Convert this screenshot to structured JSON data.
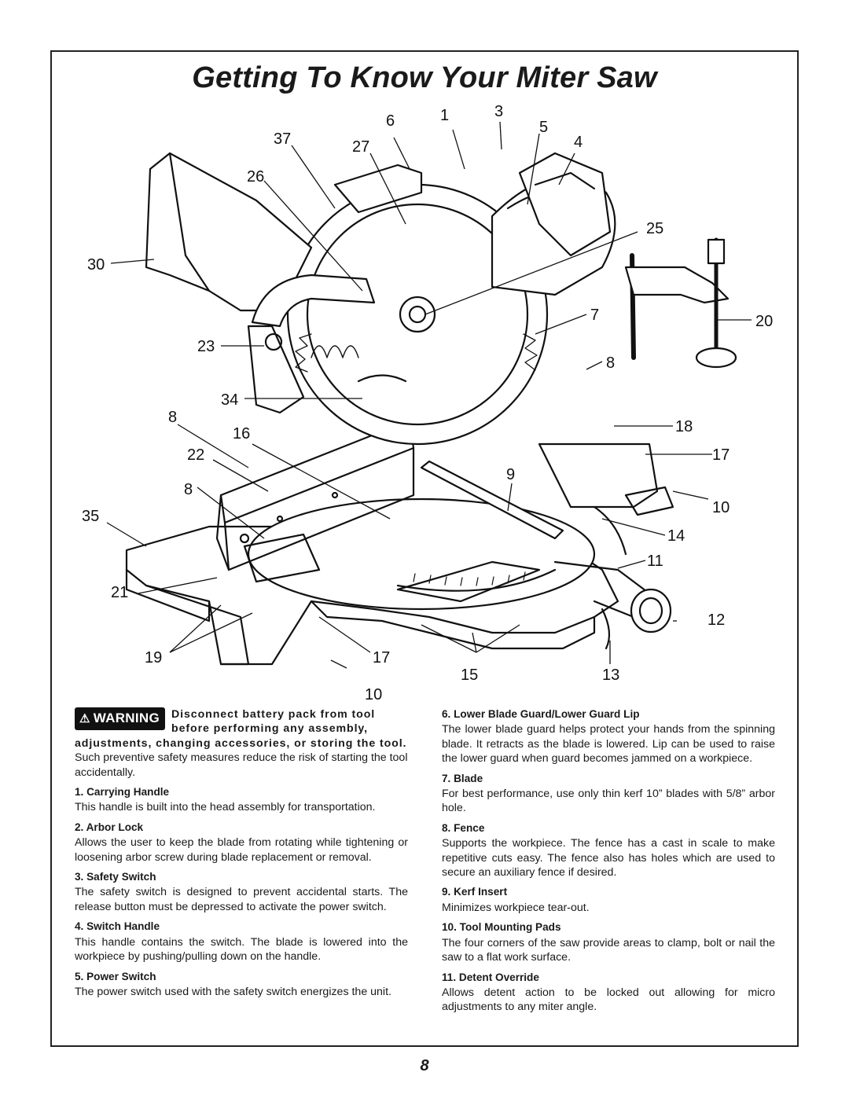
{
  "page": {
    "title": "Getting To Know Your Miter Saw",
    "page_number": "8"
  },
  "diagram": {
    "callouts": [
      "37",
      "26",
      "30",
      "23",
      "34",
      "8",
      "16",
      "22",
      "8",
      "35",
      "21",
      "19",
      "6",
      "27",
      "1",
      "3",
      "5",
      "4",
      "25",
      "7",
      "20",
      "8",
      "18",
      "17",
      "9",
      "10",
      "14",
      "11",
      "12",
      "13",
      "15",
      "17",
      "10"
    ]
  },
  "warning": {
    "badge": "WARNING",
    "bold_text": "Disconnect battery pack from tool before performing any assembly, adjustments, changing accessories, or storing the tool.",
    "text": " Such preventive safety measures reduce the risk of starting the tool accidentally."
  },
  "left_items": [
    {
      "title": "1. Carrying Handle",
      "body": "This handle is built into the head assembly for transportation."
    },
    {
      "title": "2. Arbor Lock",
      "body": "Allows the user to keep the blade from rotating while tightening or loosening arbor screw during blade replacement or removal."
    },
    {
      "title": "3. Safety Switch",
      "body": "The safety switch is designed to prevent accidental starts. The release button must be depressed to activate the power switch."
    },
    {
      "title": "4. Switch Handle",
      "body": "This handle contains the switch. The blade is lowered into the workpiece by pushing/pulling down on the handle."
    },
    {
      "title": "5. Power Switch",
      "body": "The power switch used with the safety switch energizes the unit."
    }
  ],
  "right_items": [
    {
      "title": "6. Lower Blade Guard/Lower Guard Lip",
      "body": "The lower blade guard helps protect your hands from the spinning blade. It retracts as the blade is lowered. Lip can be used to raise the lower guard when guard becomes jammed on a workpiece."
    },
    {
      "title": "7. Blade",
      "body": "For best performance, use only thin kerf 10” blades with 5/8” arbor hole."
    },
    {
      "title": "8. Fence",
      "body": "Supports the workpiece. The fence has a cast in scale to make repetitive cuts easy. The fence also has holes which are used to secure an auxiliary fence if desired."
    },
    {
      "title": "9. Kerf Insert",
      "body": "Minimizes workpiece tear-out."
    },
    {
      "title": "10. Tool Mounting Pads",
      "body": "The four corners of the saw provide areas to clamp, bolt or nail the saw to a flat work surface."
    },
    {
      "title": "11. Detent Override",
      "body": "Allows detent action to be locked out allowing for micro adjustments to any miter angle."
    }
  ]
}
